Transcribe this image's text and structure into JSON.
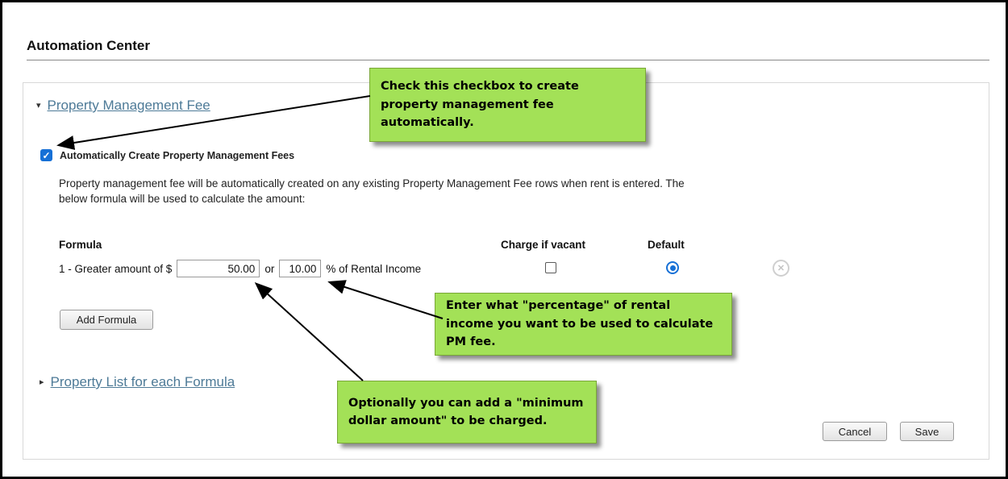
{
  "window": {
    "title": "Automation Center"
  },
  "pm_section": {
    "title": "Property Management Fee",
    "collapse_icon": "▾",
    "auto_create": {
      "label": "Automatically Create Property Management Fees",
      "checked": true,
      "check_glyph": "✓"
    },
    "description": "Property management fee will be automatically created on any existing Property Management Fee rows when rent is entered. The below formula will be used to calculate the amount:",
    "formula_table": {
      "col_formula": "Formula",
      "col_charge_if_vacant": "Charge if vacant",
      "col_default": "Default",
      "row": {
        "prefix": "1 - Greater amount of $",
        "min_amount": "50.00",
        "conjunction": "or",
        "percentage": "10.00",
        "suffix": "% of Rental Income",
        "charge_if_vacant_checked": false,
        "default_selected": true,
        "remove_glyph": "✕"
      },
      "add_formula_label": "Add Formula"
    }
  },
  "property_list_section": {
    "title": "Property List for each Formula",
    "collapse_icon": "▸"
  },
  "footer": {
    "cancel_label": "Cancel",
    "save_label": "Save"
  },
  "callouts": [
    {
      "text": "Check this checkbox to create property management fee automatically."
    },
    {
      "text": "Enter what \"percentage\" of rental income you want to be used to calculate PM fee."
    },
    {
      "text": "Optionally you can add a \"minimum dollar amount\" to be charged."
    }
  ],
  "colors": {
    "callout_bg": "#a3e157",
    "link": "#4d7a97",
    "accent_blue": "#1670d6",
    "border_black": "#000000"
  }
}
